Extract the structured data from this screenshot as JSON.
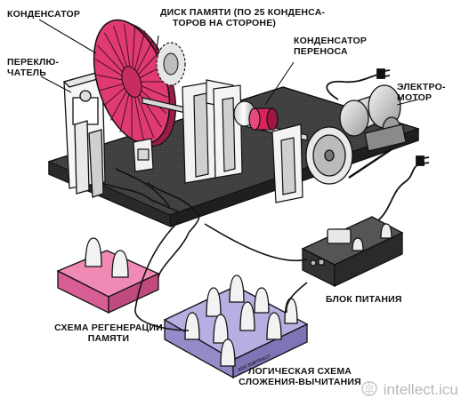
{
  "labels": {
    "capacitor": "КОНДЕНСАТОР",
    "memory_disk_1": "ДИСК ПАМЯТИ (ПО 25 КОНДЕНСА-",
    "memory_disk_2": "ТОРОВ НА СТОРОНЕ)",
    "switch_1": "ПЕРЕКЛЮ-",
    "switch_2": "ЧАТЕЛЬ",
    "transfer_cap_1": "КОНДЕНСАТОР",
    "transfer_cap_2": "ПЕРЕНОСА",
    "motor_1": "ЭЛЕКТРО-",
    "motor_2": "МОТОР",
    "power_supply": "БЛОК ПИТАНИЯ",
    "regen_1": "СХЕМА РЕГЕНЕРАЦИИ",
    "regen_2": "ПАМЯТИ",
    "logic_1": "ЛОГИЧЕСКАЯ СХЕМА",
    "logic_2": "СЛОЖЕНИЯ-ВЫЧИТАНИЯ",
    "logic_box_stamp": "ADD SUBTRACT"
  },
  "watermark": {
    "text": "intellect.icu",
    "color": "#b8b8b8"
  },
  "colors": {
    "disk": "#e03a73",
    "regen_box": "#ec6aa0",
    "logic_box": "#a9a0d8",
    "base_plate": "#3b3b3b",
    "transfer_cap": "#d8245a"
  },
  "icons": [
    "brain-icon"
  ]
}
